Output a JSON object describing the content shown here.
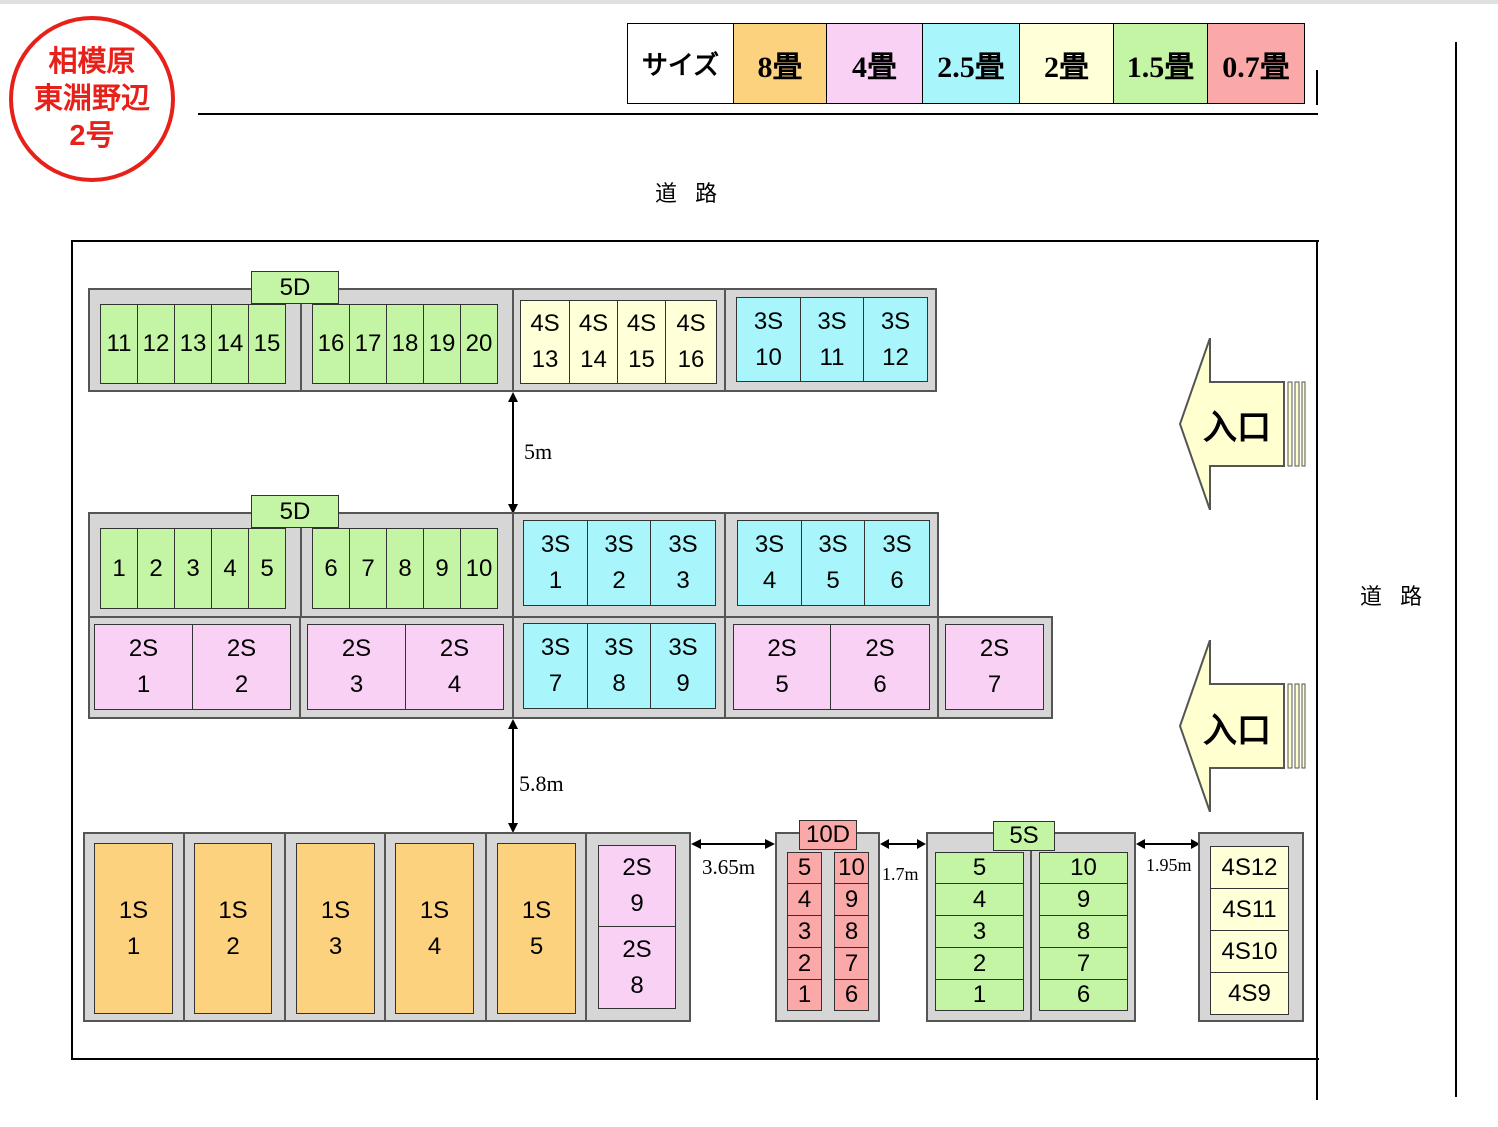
{
  "stamp": {
    "lines": [
      "相模原",
      "東淵野辺",
      "2号"
    ],
    "color": "#e8201a"
  },
  "legend": {
    "header": "サイズ",
    "sizes": [
      {
        "label": "8畳",
        "color": "#fdd27f"
      },
      {
        "label": "4畳",
        "color": "#f9d1f5"
      },
      {
        "label": "2.5畳",
        "color": "#a8f5fb"
      },
      {
        "label": "2畳",
        "color": "#ffffd8"
      },
      {
        "label": "1.5畳",
        "color": "#c4f5a4"
      },
      {
        "label": "0.7畳",
        "color": "#fba8a8"
      }
    ]
  },
  "roads": {
    "top": "道 路",
    "right": "道 路"
  },
  "entrances": [
    {
      "label": "入口"
    },
    {
      "label": "入口"
    }
  ],
  "colors": {
    "s8": "#fdd27f",
    "s4": "#f9d1f5",
    "s25": "#a8f5fb",
    "s2": "#ffffd8",
    "s15": "#c4f5a4",
    "s07": "#fba8a8",
    "block": "#d6d6d6"
  },
  "row1": {
    "tag": "5D",
    "groupA": [
      "11",
      "12",
      "13",
      "14",
      "15"
    ],
    "groupB": [
      "16",
      "17",
      "18",
      "19",
      "20"
    ],
    "units4S": [
      {
        "l1": "4S",
        "l2": "13"
      },
      {
        "l1": "4S",
        "l2": "14"
      },
      {
        "l1": "4S",
        "l2": "15"
      },
      {
        "l1": "4S",
        "l2": "16"
      }
    ],
    "units3S": [
      {
        "l1": "3S",
        "l2": "10"
      },
      {
        "l1": "3S",
        "l2": "11"
      },
      {
        "l1": "3S",
        "l2": "12"
      }
    ]
  },
  "row2": {
    "tag": "5D",
    "groupA": [
      "1",
      "2",
      "3",
      "4",
      "5"
    ],
    "groupB": [
      "6",
      "7",
      "8",
      "9",
      "10"
    ],
    "units3Sa": [
      {
        "l1": "3S",
        "l2": "1"
      },
      {
        "l1": "3S",
        "l2": "2"
      },
      {
        "l1": "3S",
        "l2": "3"
      }
    ],
    "units3Sb": [
      {
        "l1": "3S",
        "l2": "4"
      },
      {
        "l1": "3S",
        "l2": "5"
      },
      {
        "l1": "3S",
        "l2": "6"
      }
    ]
  },
  "row3": {
    "pair1": [
      {
        "l1": "2S",
        "l2": "1"
      },
      {
        "l1": "2S",
        "l2": "2"
      }
    ],
    "pair2": [
      {
        "l1": "2S",
        "l2": "3"
      },
      {
        "l1": "2S",
        "l2": "4"
      }
    ],
    "units3S": [
      {
        "l1": "3S",
        "l2": "7"
      },
      {
        "l1": "3S",
        "l2": "8"
      },
      {
        "l1": "3S",
        "l2": "9"
      }
    ],
    "pair3": [
      {
        "l1": "2S",
        "l2": "5"
      },
      {
        "l1": "2S",
        "l2": "6"
      }
    ],
    "single": {
      "l1": "2S",
      "l2": "7"
    }
  },
  "row4": {
    "units1S": [
      {
        "l1": "1S",
        "l2": "1"
      },
      {
        "l1": "1S",
        "l2": "2"
      },
      {
        "l1": "1S",
        "l2": "3"
      },
      {
        "l1": "1S",
        "l2": "4"
      },
      {
        "l1": "1S",
        "l2": "5"
      }
    ],
    "units2S": [
      {
        "l1": "2S",
        "l2": "9"
      },
      {
        "l1": "2S",
        "l2": "8"
      }
    ],
    "tag10D": "10D",
    "col10DLeft": [
      "5",
      "4",
      "3",
      "2",
      "1"
    ],
    "col10DRight": [
      "10",
      "9",
      "8",
      "7",
      "6"
    ],
    "tag5S": "5S",
    "col5SLeft": [
      "5",
      "4",
      "3",
      "2",
      "1"
    ],
    "col5SRight": [
      "10",
      "9",
      "8",
      "7",
      "6"
    ],
    "units4S": [
      "4S12",
      "4S11",
      "4S10",
      "4S9"
    ]
  },
  "dimensions": {
    "d5m": "5m",
    "d58m": "5.8m",
    "d365m": "3.65m",
    "d17m": "1.7m",
    "d195m": "1.95m"
  }
}
